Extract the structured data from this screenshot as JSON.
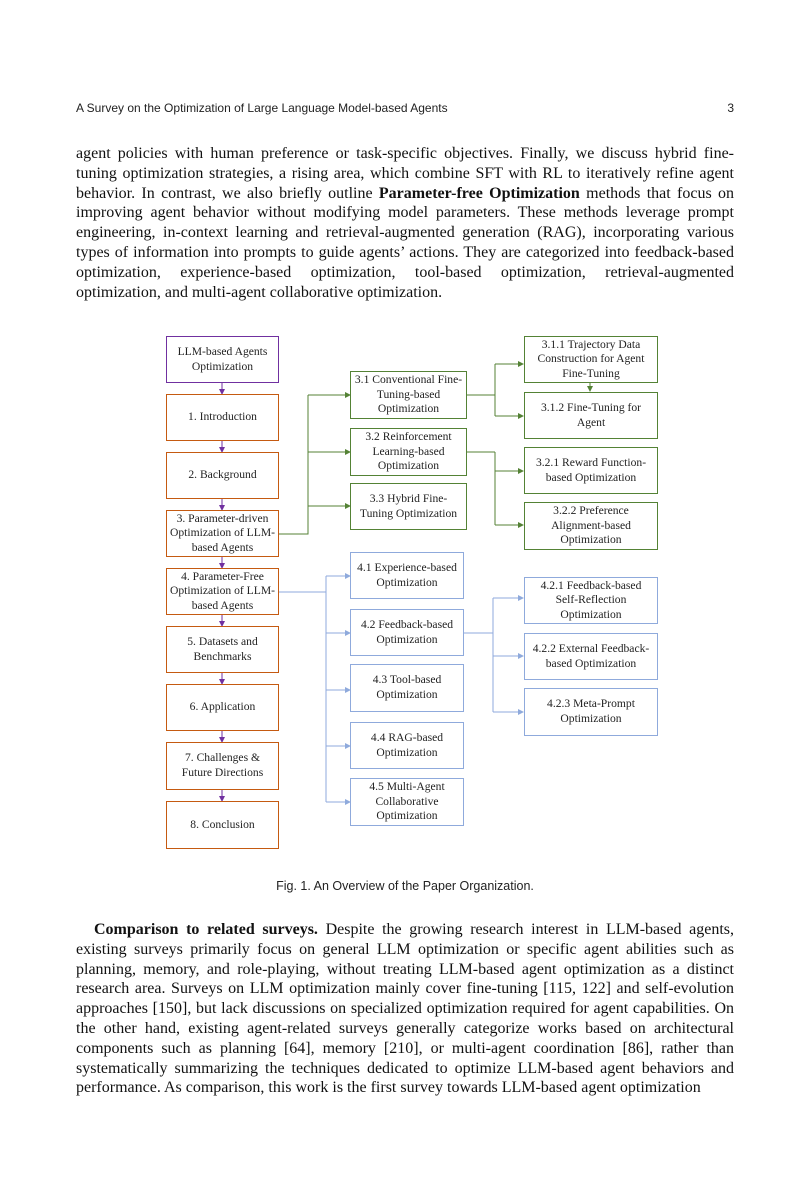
{
  "header": {
    "running_title": "A Survey on the Optimization of Large Language Model-based Agents",
    "page_number": "3"
  },
  "intro_paragraph": {
    "part1": "agent policies with human preference or task-specific objectives. Finally, we discuss hybrid fine-tuning optimization strategies, a rising area, which combine SFT with RL to iteratively refine agent behavior. In contrast, we also briefly outline ",
    "bold": "Parameter-free Optimization",
    "part2": " methods that focus on improving agent behavior without modifying model parameters. These methods leverage prompt engineering, in-context learning and retrieval-augmented generation (RAG), incorporating various types of information into prompts to guide agents’ actions. They are categorized into feedback-based optimization, experience-based optimization, tool-based optimization, retrieval-augmented optimization, and multi-agent collaborative optimization."
  },
  "diagram": {
    "root": "LLM-based Agents Optimization",
    "sections": [
      "1. Introduction",
      "2. Background",
      "3. Parameter-driven Optimization of LLM-based Agents",
      "4. Parameter-Free Optimization of LLM-based Agents",
      "5. Datasets and Benchmarks",
      "6. Application",
      "7. Challenges & Future Directions",
      "8. Conclusion"
    ],
    "param_driven": [
      "3.1 Conventional Fine-Tuning-based Optimization",
      "3.2 Reinforcement Learning-based Optimization",
      "3.3 Hybrid Fine-Tuning Optimization"
    ],
    "param_driven_sub": [
      "3.1.1 Trajectory Data Construction for Agent Fine-Tuning",
      "3.1.2 Fine-Tuning for Agent",
      "3.2.1 Reward Function-based Optimization",
      "3.2.2 Preference Alignment-based Optimization"
    ],
    "param_free": [
      "4.1 Experience-based Optimization",
      "4.2 Feedback-based Optimization",
      "4.3 Tool-based Optimization",
      "4.4 RAG-based Optimization",
      "4.5 Multi-Agent Collaborative Optimization"
    ],
    "param_free_sub": [
      "4.2.1 Feedback-based Self-Reflection Optimization",
      "4.2.2 External Feedback-based Optimization",
      "4.2.3 Meta-Prompt Optimization"
    ],
    "colors": {
      "root_border": "#7030a0",
      "section_border": "#c55a11",
      "param_driven_border": "#548235",
      "param_free_border": "#8faadc"
    }
  },
  "figure_caption": "Fig. 1.  An Overview of the Paper Organization.",
  "comparison_paragraph": {
    "bold": "Comparison to related surveys.",
    "text": " Despite the growing research interest in LLM-based agents, existing surveys primarily focus on general LLM optimization or specific agent abilities such as planning, memory, and role-playing, without treating LLM-based agent optimization as a distinct research area. Surveys on LLM optimization mainly cover fine-tuning [115, 122] and self-evolution approaches [150], but lack discussions on specialized optimization required for agent capabilities. On the other hand, existing agent-related surveys generally categorize works based on architectural components such as planning [64], memory [210], or multi-agent coordination [86], rather than systematically summarizing the techniques dedicated to optimize LLM-based agent behaviors and performance. As comparison, this work is the first survey towards LLM-based agent optimization"
  }
}
